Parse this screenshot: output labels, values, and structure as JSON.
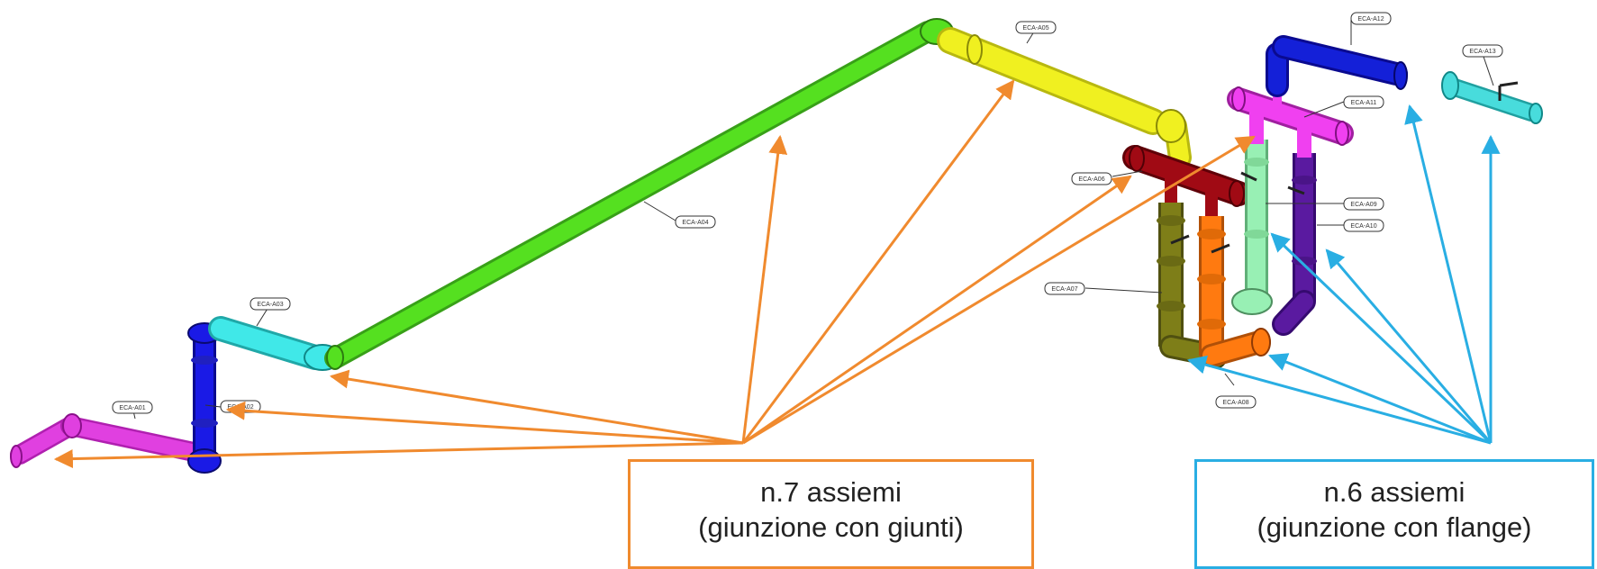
{
  "tags": {
    "a01": "ECA-A01",
    "a02": "ECA-A02",
    "a03": "ECA-A03",
    "a04": "ECA-A04",
    "a05": "ECA-A05",
    "a06": "ECA-A06",
    "a07": "ECA-A07",
    "a08": "ECA-A08",
    "a09": "ECA-A09",
    "a10": "ECA-A10",
    "a11": "ECA-A11",
    "a12": "ECA-A12",
    "a13": "ECA-A13"
  },
  "callouts": {
    "joints": {
      "line1": "n.7 assiemi",
      "line2": "(giunzione con giunti)",
      "border_color": "#F08A2E"
    },
    "flanges": {
      "line1": "n.6 assiemi",
      "line2": "(giunzione con flange)",
      "border_color": "#29AEE3"
    }
  },
  "assembly_colors": {
    "a01": "#E040E0",
    "a02": "#1A1AE6",
    "a03": "#40E8E8",
    "a04": "#55E020",
    "a05": "#F0F020",
    "a06": "#A00A14",
    "a07": "#7E7E18",
    "a08": "#FF7A10",
    "a09": "#98F0B4",
    "a10": "#5A1AA0",
    "a11": "#F040F0",
    "a12": "#1420D8",
    "a13": "#48DCDC"
  }
}
